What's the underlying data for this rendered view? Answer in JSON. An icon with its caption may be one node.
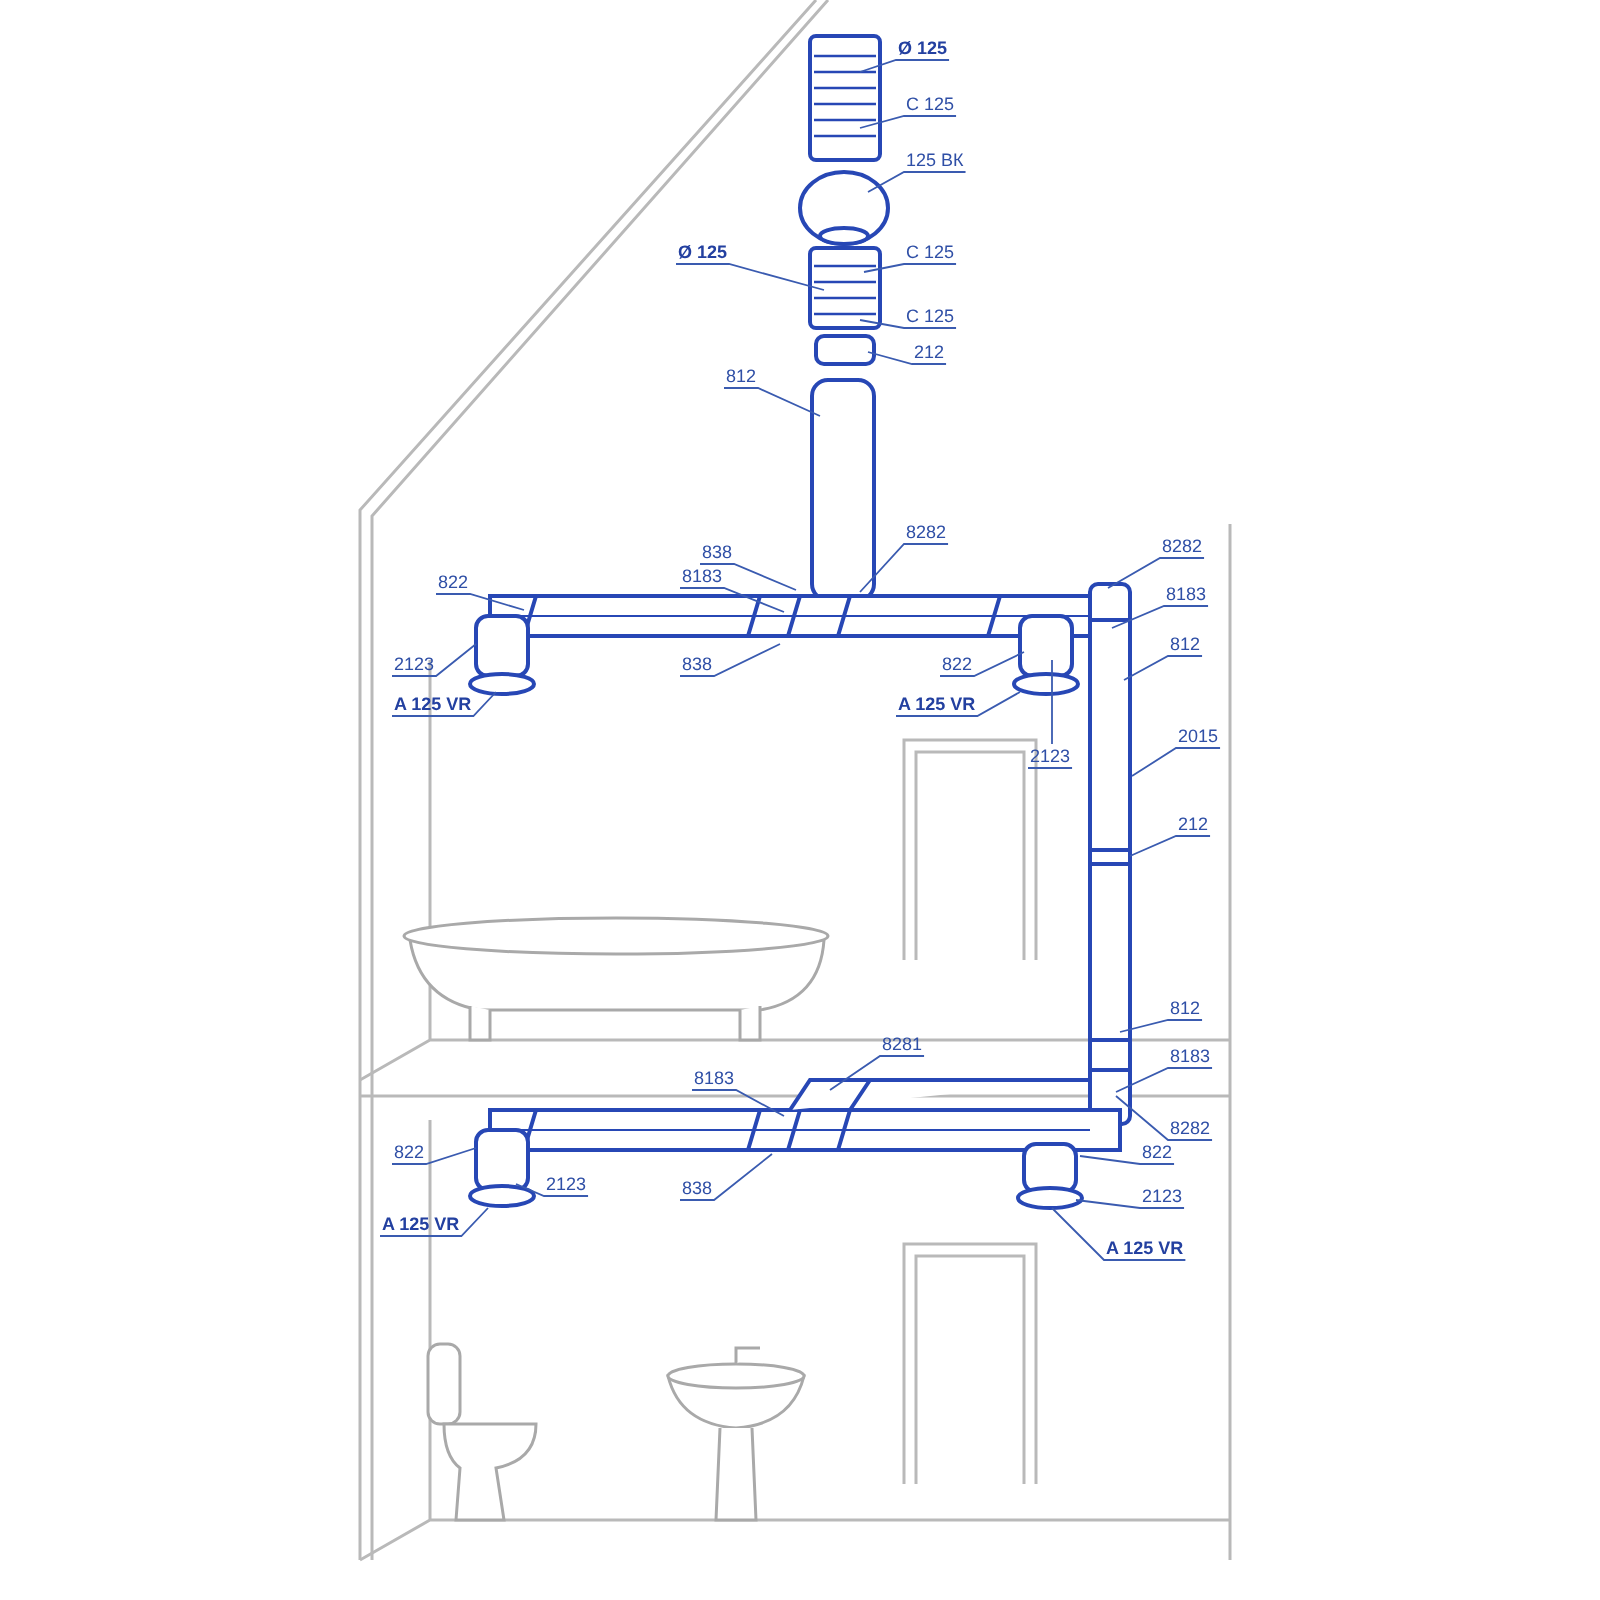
{
  "diagram": {
    "nodes": [
      {
        "text": [
          "Ø 125"
        ]
      },
      {
        "text": [
          "C 125"
        ]
      },
      {
        "text": [
          "125 ВК"
        ]
      },
      {
        "text": [
          "C 125"
        ]
      },
      {
        "text": [
          "Ø 125"
        ]
      },
      {
        "text": [
          "C 125"
        ]
      },
      {
        "text": [
          "212"
        ]
      },
      {
        "text": [
          "812"
        ]
      },
      {
        "text": [
          "8282"
        ]
      },
      {
        "text": [
          "838"
        ]
      },
      {
        "text": [
          "8183"
        ]
      },
      {
        "text": [
          "822"
        ]
      },
      {
        "text": [
          "2123"
        ]
      },
      {
        "text": [
          "A 125 VR"
        ]
      },
      {
        "text": [
          "838"
        ]
      },
      {
        "text": [
          "8282"
        ]
      },
      {
        "text": [
          "8183"
        ]
      },
      {
        "text": [
          "822"
        ]
      },
      {
        "text": [
          "A 125 VR"
        ]
      },
      {
        "text": [
          "2123"
        ]
      },
      {
        "text": [
          "812"
        ]
      },
      {
        "text": [
          "2015"
        ]
      },
      {
        "text": [
          "212"
        ]
      },
      {
        "text": [
          "812"
        ]
      },
      {
        "text": [
          "8183"
        ]
      },
      {
        "text": [
          "8281"
        ]
      },
      {
        "text": [
          "8183"
        ]
      },
      {
        "text": [
          "822"
        ]
      },
      {
        "text": [
          "8282"
        ]
      },
      {
        "text": [
          "A 125 VR"
        ]
      },
      {
        "text": [
          "2123"
        ]
      },
      {
        "text": [
          "838"
        ]
      },
      {
        "text": [
          "822"
        ]
      },
      {
        "text": [
          "2123"
        ]
      },
      {
        "text": [
          "A 125 VR"
        ]
      }
    ],
    "edges": [
      {
        "from": 0,
        "to": null,
        "arrow": "none"
      },
      {
        "from": 1,
        "to": null,
        "arrow": "none"
      },
      {
        "from": 2,
        "to": null,
        "arrow": "none"
      },
      {
        "from": 3,
        "to": null,
        "arrow": "none"
      },
      {
        "from": 4,
        "to": null,
        "arrow": "none"
      },
      {
        "from": 5,
        "to": null,
        "arrow": "none"
      },
      {
        "from": 6,
        "to": null,
        "arrow": "none"
      },
      {
        "from": 7,
        "to": null,
        "arrow": "none"
      },
      {
        "from": 8,
        "to": null,
        "arrow": "none"
      },
      {
        "from": 9,
        "to": null,
        "arrow": "none"
      },
      {
        "from": 10,
        "to": null,
        "arrow": "none"
      },
      {
        "from": 11,
        "to": null,
        "arrow": "none"
      },
      {
        "from": 12,
        "to": null,
        "arrow": "none"
      },
      {
        "from": 13,
        "to": null,
        "arrow": "none"
      },
      {
        "from": 14,
        "to": null,
        "arrow": "none"
      },
      {
        "from": 15,
        "to": null,
        "arrow": "none"
      },
      {
        "from": 16,
        "to": null,
        "arrow": "none"
      },
      {
        "from": 17,
        "to": null,
        "arrow": "none"
      },
      {
        "from": 18,
        "to": null,
        "arrow": "none"
      },
      {
        "from": 19,
        "to": null,
        "arrow": "none"
      },
      {
        "from": 20,
        "to": null,
        "arrow": "none"
      },
      {
        "from": 21,
        "to": null,
        "arrow": "none"
      },
      {
        "from": 22,
        "to": null,
        "arrow": "none"
      },
      {
        "from": 23,
        "to": null,
        "arrow": "none"
      },
      {
        "from": 24,
        "to": null,
        "arrow": "none"
      },
      {
        "from": 25,
        "to": null,
        "arrow": "none"
      },
      {
        "from": 26,
        "to": null,
        "arrow": "none"
      },
      {
        "from": 27,
        "to": null,
        "arrow": "none"
      },
      {
        "from": 28,
        "to": null,
        "arrow": "none"
      },
      {
        "from": 29,
        "to": null,
        "arrow": "none"
      },
      {
        "from": 30,
        "to": null,
        "arrow": "none"
      },
      {
        "from": 31,
        "to": null,
        "arrow": "none"
      },
      {
        "from": 32,
        "to": null,
        "arrow": "none"
      },
      {
        "from": 33,
        "to": null,
        "arrow": "none"
      },
      {
        "from": 34,
        "to": null,
        "arrow": "none"
      }
    ]
  }
}
